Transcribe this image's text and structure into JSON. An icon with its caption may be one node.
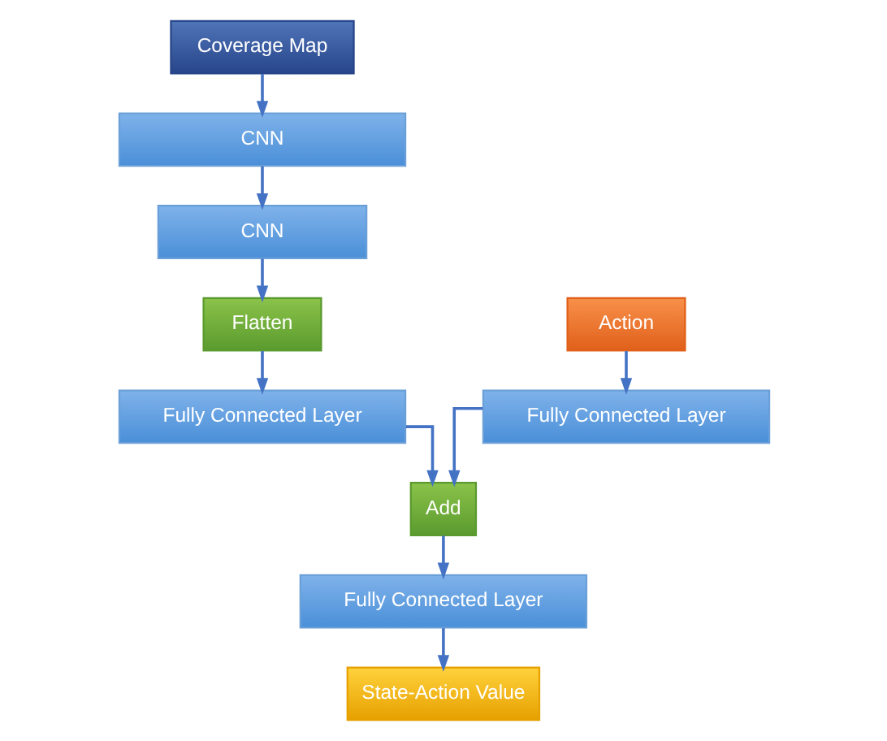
{
  "diagram": {
    "nodes": [
      {
        "text": [
          "Coverage Map"
        ]
      },
      {
        "text": [
          "CNN"
        ]
      },
      {
        "text": [
          "CNN"
        ]
      },
      {
        "text": [
          "Flatten"
        ]
      },
      {
        "text": [
          "Action"
        ]
      },
      {
        "text": [
          "Fully Connected Layer"
        ]
      },
      {
        "text": [
          "Fully Connected Layer"
        ]
      },
      {
        "text": [
          "Add"
        ]
      },
      {
        "text": [
          "Fully Connected Layer"
        ]
      },
      {
        "text": [
          "State-Action Value"
        ]
      }
    ],
    "edges": [
      {
        "from": 0,
        "to": 1,
        "arrow": "to"
      },
      {
        "from": 1,
        "to": 2,
        "arrow": "to"
      },
      {
        "from": 2,
        "to": 3,
        "arrow": "to"
      },
      {
        "from": 3,
        "to": 5,
        "arrow": "to"
      },
      {
        "from": 4,
        "to": 6,
        "arrow": "to"
      },
      {
        "from": 5,
        "to": 7,
        "arrow": "to"
      },
      {
        "from": 6,
        "to": 7,
        "arrow": "to"
      },
      {
        "from": 7,
        "to": 8,
        "arrow": "to"
      },
      {
        "from": 8,
        "to": 9,
        "arrow": "to"
      }
    ]
  }
}
